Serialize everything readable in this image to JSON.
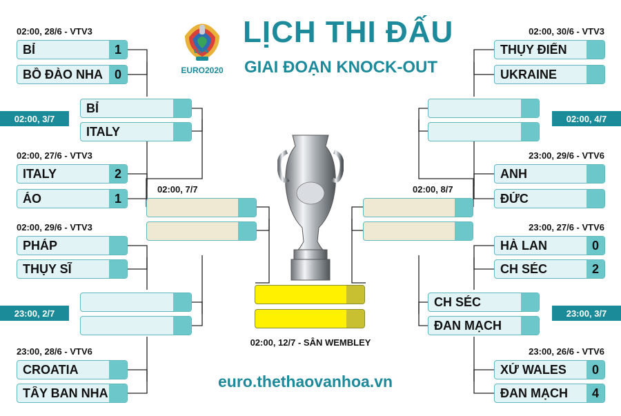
{
  "header": {
    "title": "LỊCH THI ĐẤU",
    "subtitle": "GIAI ĐOẠN KNOCK-OUT",
    "logo_text_uefa": "UEFA",
    "logo_text_euro": "EURO2020"
  },
  "footer": {
    "website": "euro.thethaovanhoa.vn",
    "final_info": "02:00, 12/7 - SÂN WEMBLEY"
  },
  "colors": {
    "teal": "#1b8a99",
    "slot_light": "#e2f3f5",
    "score_teal": "#6cc7cb",
    "semi_beige": "#efe8d3",
    "final_yellow": "#fff100"
  },
  "r16": {
    "m1": {
      "time": "02:00, 28/6 - VTV3",
      "team1": "BỈ",
      "score1": "1",
      "team2": "BỒ ĐÀO NHA",
      "score2": "0"
    },
    "m2": {
      "time": "02:00, 27/6 - VTV3",
      "team1": "ITALY",
      "score1": "2",
      "team2": "ÁO",
      "score2": "1"
    },
    "m3": {
      "time": "02:00, 29/6 - VTV3",
      "team1": "PHÁP",
      "score1": "",
      "team2": "THỤY SĨ",
      "score2": ""
    },
    "m4": {
      "time": "23:00, 28/6 - VTV6",
      "team1": "CROATIA",
      "score1": "",
      "team2": "TÂY BAN NHA",
      "score2": ""
    },
    "m5": {
      "time": "02:00, 30/6 - VTV3",
      "team1": "THỤY ĐIỂN",
      "score1": "",
      "team2": "UKRAINE",
      "score2": ""
    },
    "m6": {
      "time": "23:00, 29/6 - VTV6",
      "team1": "ANH",
      "score1": "",
      "team2": "ĐỨC",
      "score2": ""
    },
    "m7": {
      "time": "23:00, 27/6 - VTV6",
      "team1": "HÀ LAN",
      "score1": "0",
      "team2": "CH SÉC",
      "score2": "2"
    },
    "m8": {
      "time": "23:00, 26/6 - VTV6",
      "team1": "XỨ WALES",
      "score1": "0",
      "team2": "ĐAN MẠCH",
      "score2": "4"
    }
  },
  "qf": {
    "q1": {
      "time": "02:00, 3/7",
      "team1": "BỈ",
      "team2": "ITALY"
    },
    "q2": {
      "time": "23:00, 2/7",
      "team1": "",
      "team2": ""
    },
    "q3": {
      "time": "02:00, 4/7",
      "team1": "",
      "team2": ""
    },
    "q4": {
      "time": "23:00, 3/7",
      "team1": "CH SÉC",
      "team2": "ĐAN MẠCH"
    }
  },
  "sf": {
    "s1": {
      "time": "02:00, 7/7"
    },
    "s2": {
      "time": "02:00, 8/7"
    }
  }
}
